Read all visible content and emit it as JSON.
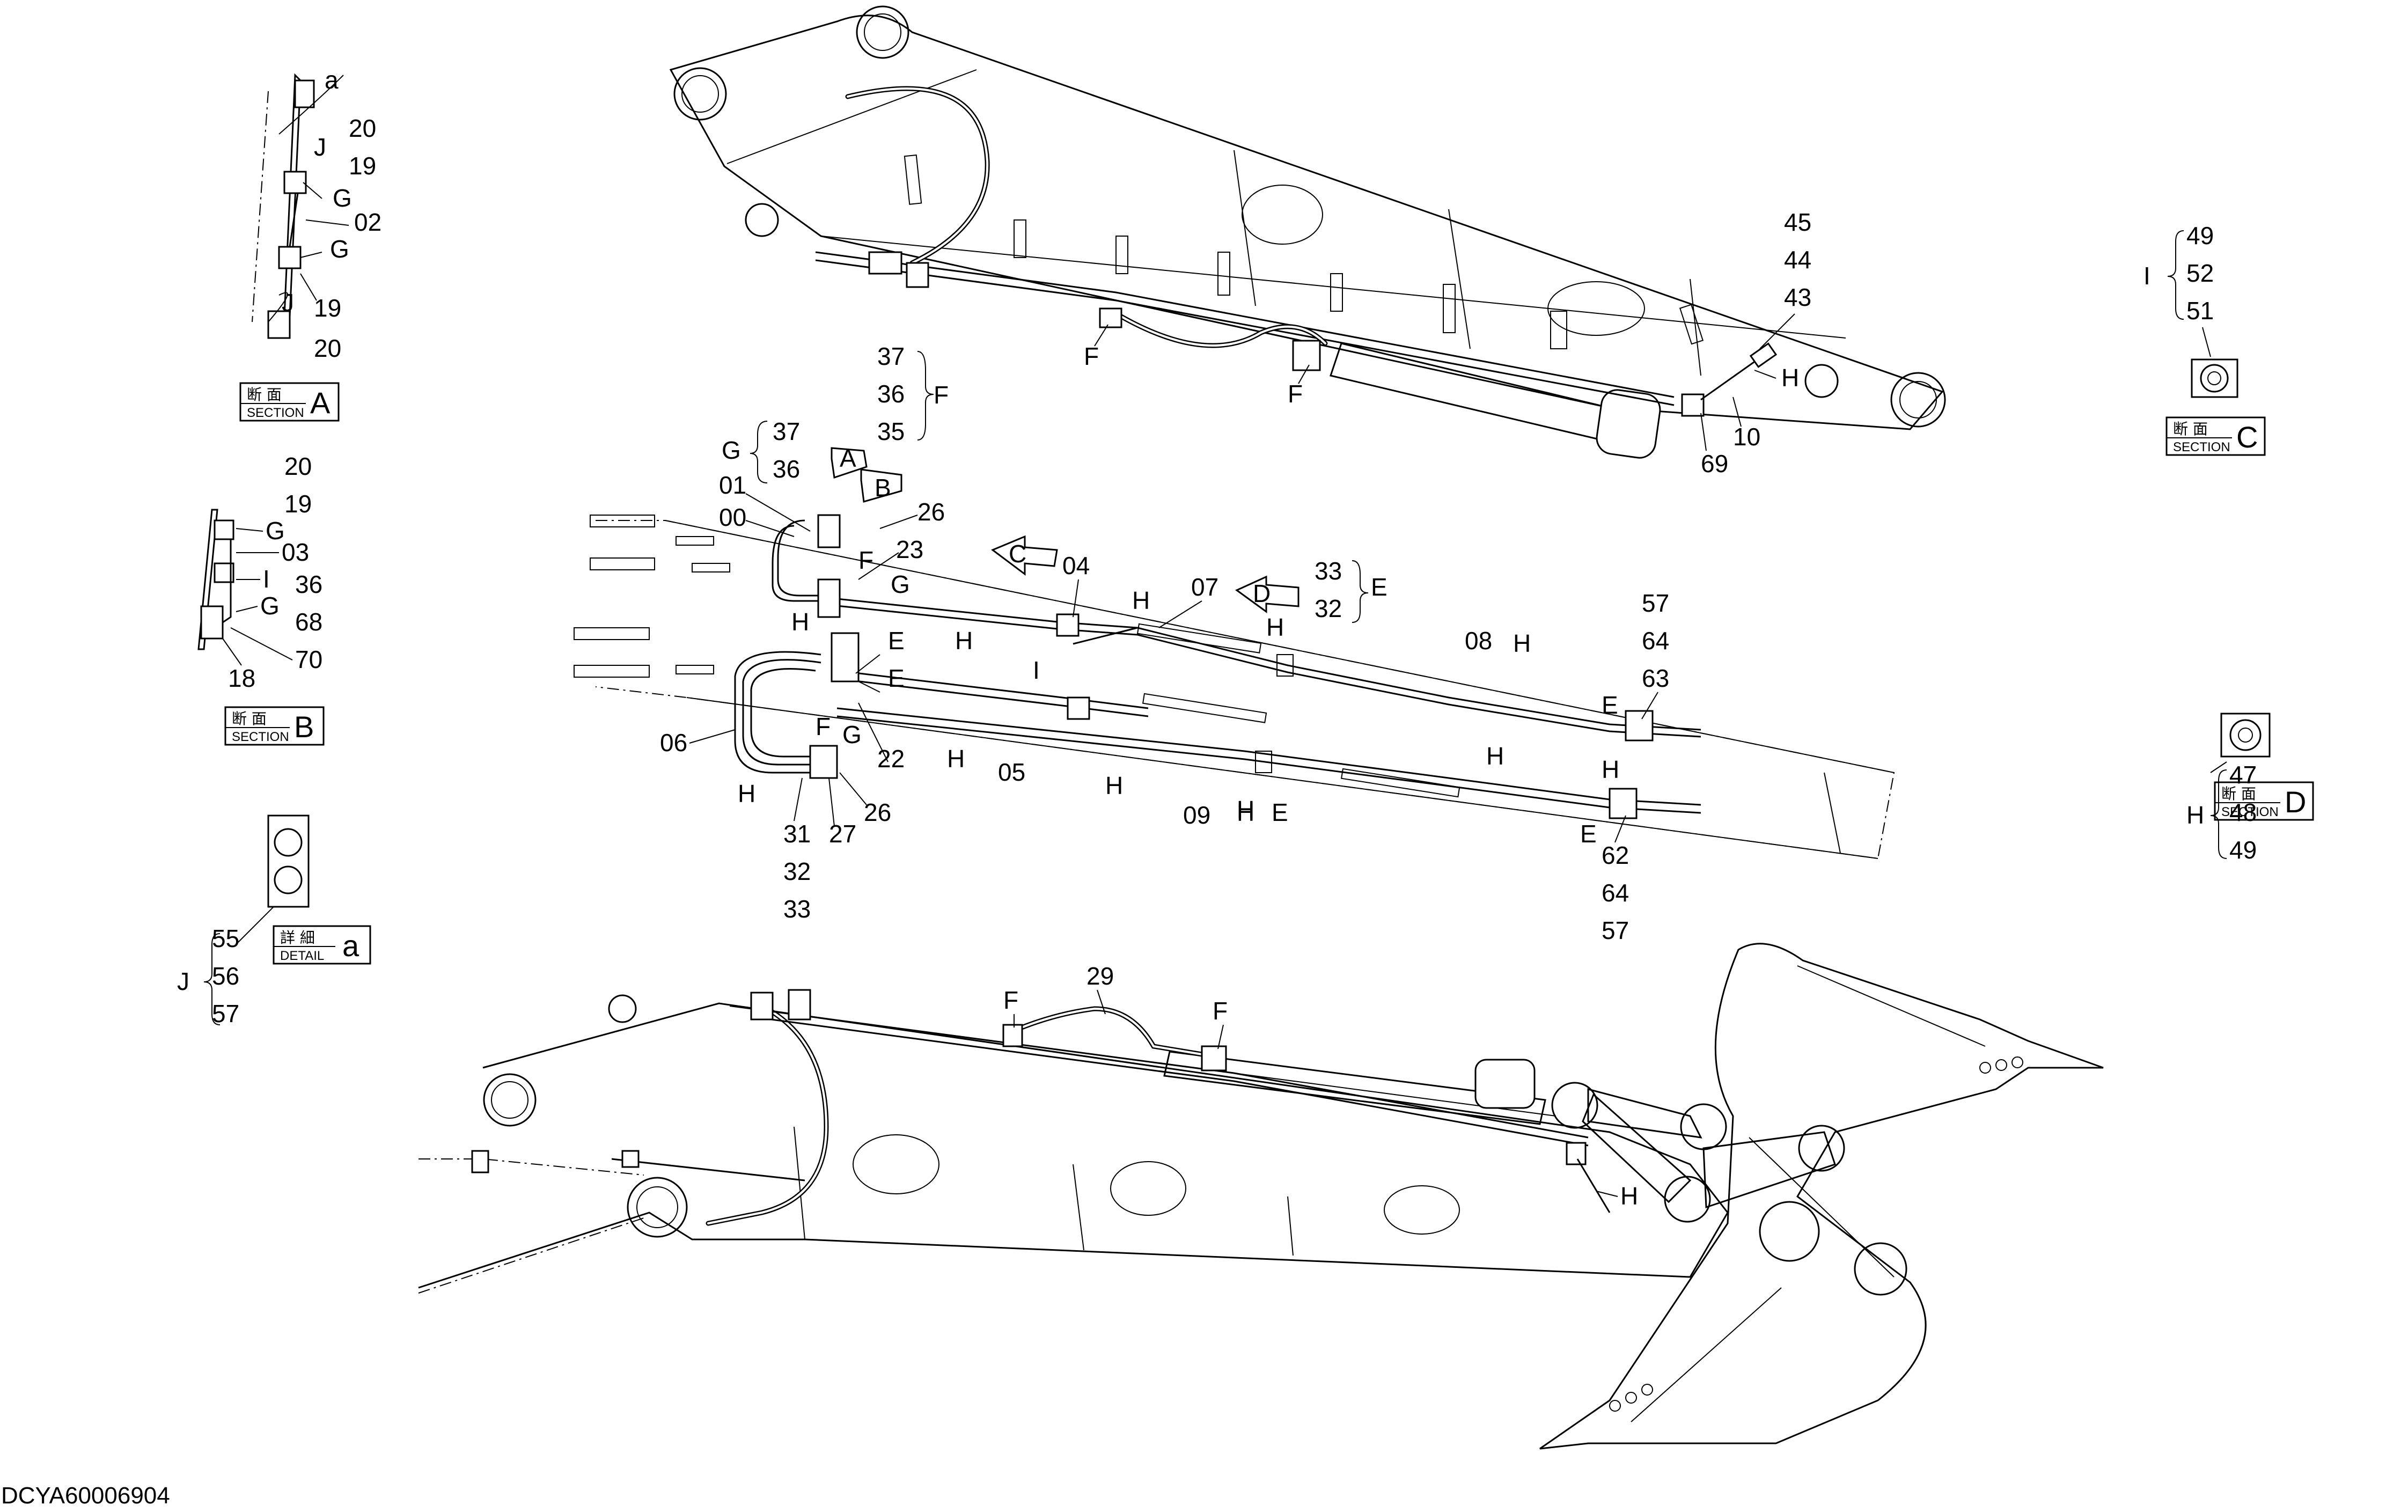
{
  "diagram_code": "DCYA60006904",
  "section_a": {
    "jp": "断 面",
    "en": "SECTION",
    "letter": "A",
    "labels": [
      "a",
      "20",
      "19",
      "J",
      "G",
      "02",
      "G",
      "J",
      "19",
      "20"
    ]
  },
  "section_b": {
    "jp": "断 面",
    "en": "SECTION",
    "letter": "B",
    "labels": [
      "20",
      "19",
      "G",
      "03",
      "I",
      "G",
      "36",
      "68",
      "70",
      "18"
    ]
  },
  "detail_a": {
    "jp": "詳 細",
    "en": "DETAIL",
    "letter": "a",
    "group": "J",
    "labels": [
      "55",
      "56",
      "57"
    ]
  },
  "section_c": {
    "jp": "断 面",
    "en": "SECTION",
    "letter": "C",
    "group": "I",
    "labels": [
      "49",
      "52",
      "51"
    ]
  },
  "section_d": {
    "jp": "断 面",
    "en": "SECTION",
    "letter": "D",
    "group": "H",
    "labels": [
      "47",
      "48",
      "49"
    ]
  },
  "boom_labels": [
    "45",
    "44",
    "43",
    "H",
    "10",
    "69",
    "F",
    "F"
  ],
  "arm_labels": {
    "group_f": [
      "37",
      "36",
      "35",
      "F"
    ],
    "group_g": [
      "G",
      "37",
      "36"
    ],
    "group_e": [
      "33",
      "32",
      "E"
    ],
    "arrows": [
      "A",
      "B",
      "C",
      "D"
    ],
    "parts": [
      "01",
      "00",
      "26",
      "23",
      "G",
      "F",
      "04",
      "07",
      "H",
      "H",
      "H",
      "08",
      "57",
      "64",
      "63",
      "E",
      "H",
      "E",
      "H",
      "E",
      "I",
      "H",
      "G",
      "22",
      "06",
      "F",
      "H",
      "05",
      "H",
      "H",
      "09",
      "H",
      "E",
      "H",
      "E",
      "62",
      "64",
      "57",
      "H",
      "26",
      "27",
      "31",
      "32",
      "33"
    ]
  },
  "bottom_labels": [
    "29",
    "F",
    "F",
    "H"
  ]
}
